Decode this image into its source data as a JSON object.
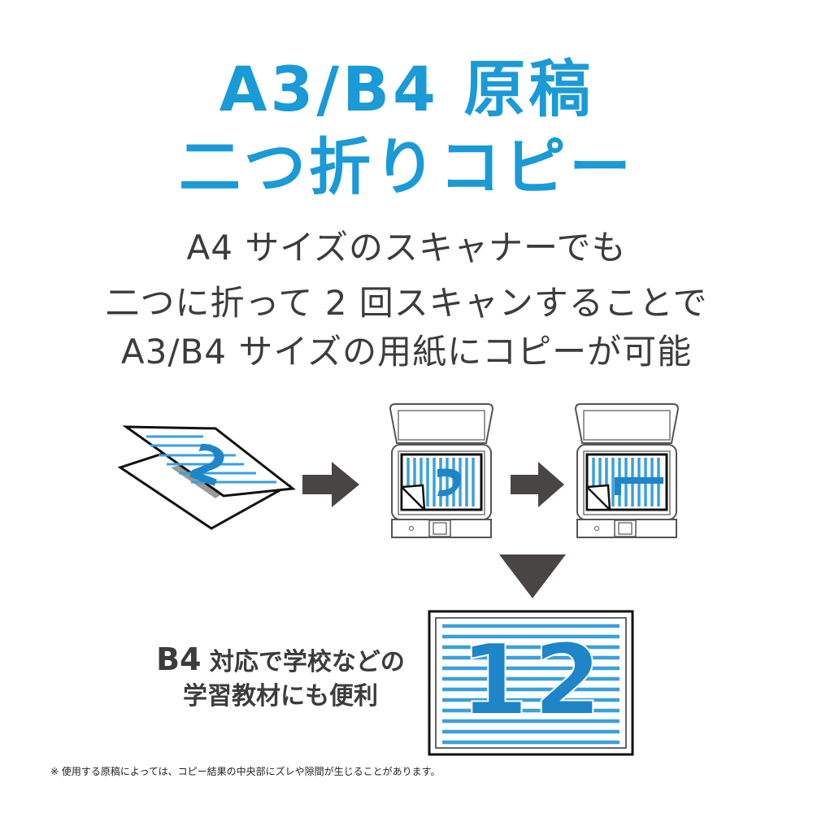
{
  "title": {
    "line1": "A3/B4 原稿",
    "line2": "二つ折りコピー"
  },
  "subtitle": [
    "A4 サイズのスキャナーでも",
    "二つに折って 2 回スキャンすることで",
    "A3/B4 サイズの用紙にコピーが可能"
  ],
  "feature": {
    "prefix": "B4",
    "line1": " 対応で学校などの",
    "line2": "学習教材にも便利"
  },
  "result_numbers": {
    "left": "1",
    "right": "2"
  },
  "folded_number": "2",
  "footnote": "※ 使用する原稿によっては、コピー結果の中央部にズレや隙間が生じることがあります。",
  "colors": {
    "accent": "#1a9ad6",
    "text": "#3c3c3c",
    "arrow": "#4a4545",
    "stripe": "#3aa0dc",
    "number": "#1d85c8"
  }
}
